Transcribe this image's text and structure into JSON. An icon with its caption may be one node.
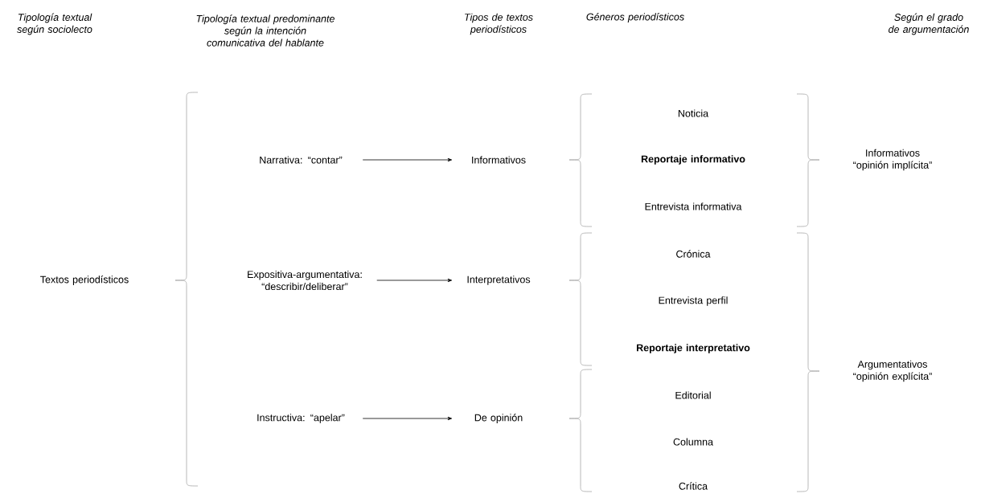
{
  "diagram": {
    "nodes": [
      {
        "text": [
          "Textos periodísticos"
        ]
      },
      {
        "text": [
          "Narrativa: “contar”"
        ]
      },
      {
        "text": [
          "Expositiva-argumentativa: “describir/deliberar”"
        ]
      },
      {
        "text": [
          "Instructiva: “apelar”"
        ]
      },
      {
        "text": [
          "Informativos"
        ]
      },
      {
        "text": [
          "Interpretativos"
        ]
      },
      {
        "text": [
          "De opinión"
        ]
      },
      {
        "text": [
          "Noticia"
        ]
      },
      {
        "text": [
          "Reportaje informativo"
        ]
      },
      {
        "text": [
          "Entrevista informativa"
        ]
      },
      {
        "text": [
          "Crónica"
        ]
      },
      {
        "text": [
          "Entrevista perfil"
        ]
      },
      {
        "text": [
          "Reportaje interpretativo"
        ]
      },
      {
        "text": [
          "Editorial"
        ]
      },
      {
        "text": [
          "Columna"
        ]
      },
      {
        "text": [
          "Crítica"
        ]
      },
      {
        "text": [
          "Informativos",
          "“opinión implícita”"
        ]
      },
      {
        "text": [
          "Argumentativos",
          "“opinión explícita”"
        ]
      }
    ],
    "edges": [
      {
        "from": 1,
        "to": 4,
        "arrow": "to"
      },
      {
        "from": 2,
        "to": 5,
        "arrow": "to"
      },
      {
        "from": 3,
        "to": 6,
        "arrow": "to"
      }
    ],
    "labels": [
      "Tipología textual según sociolecto",
      "Tipología textual predominante según la intención comunicativa del hablante",
      "Tipos de textos periodísticos",
      "Géneros periodísticos",
      "Según el grado de argumentación"
    ]
  }
}
